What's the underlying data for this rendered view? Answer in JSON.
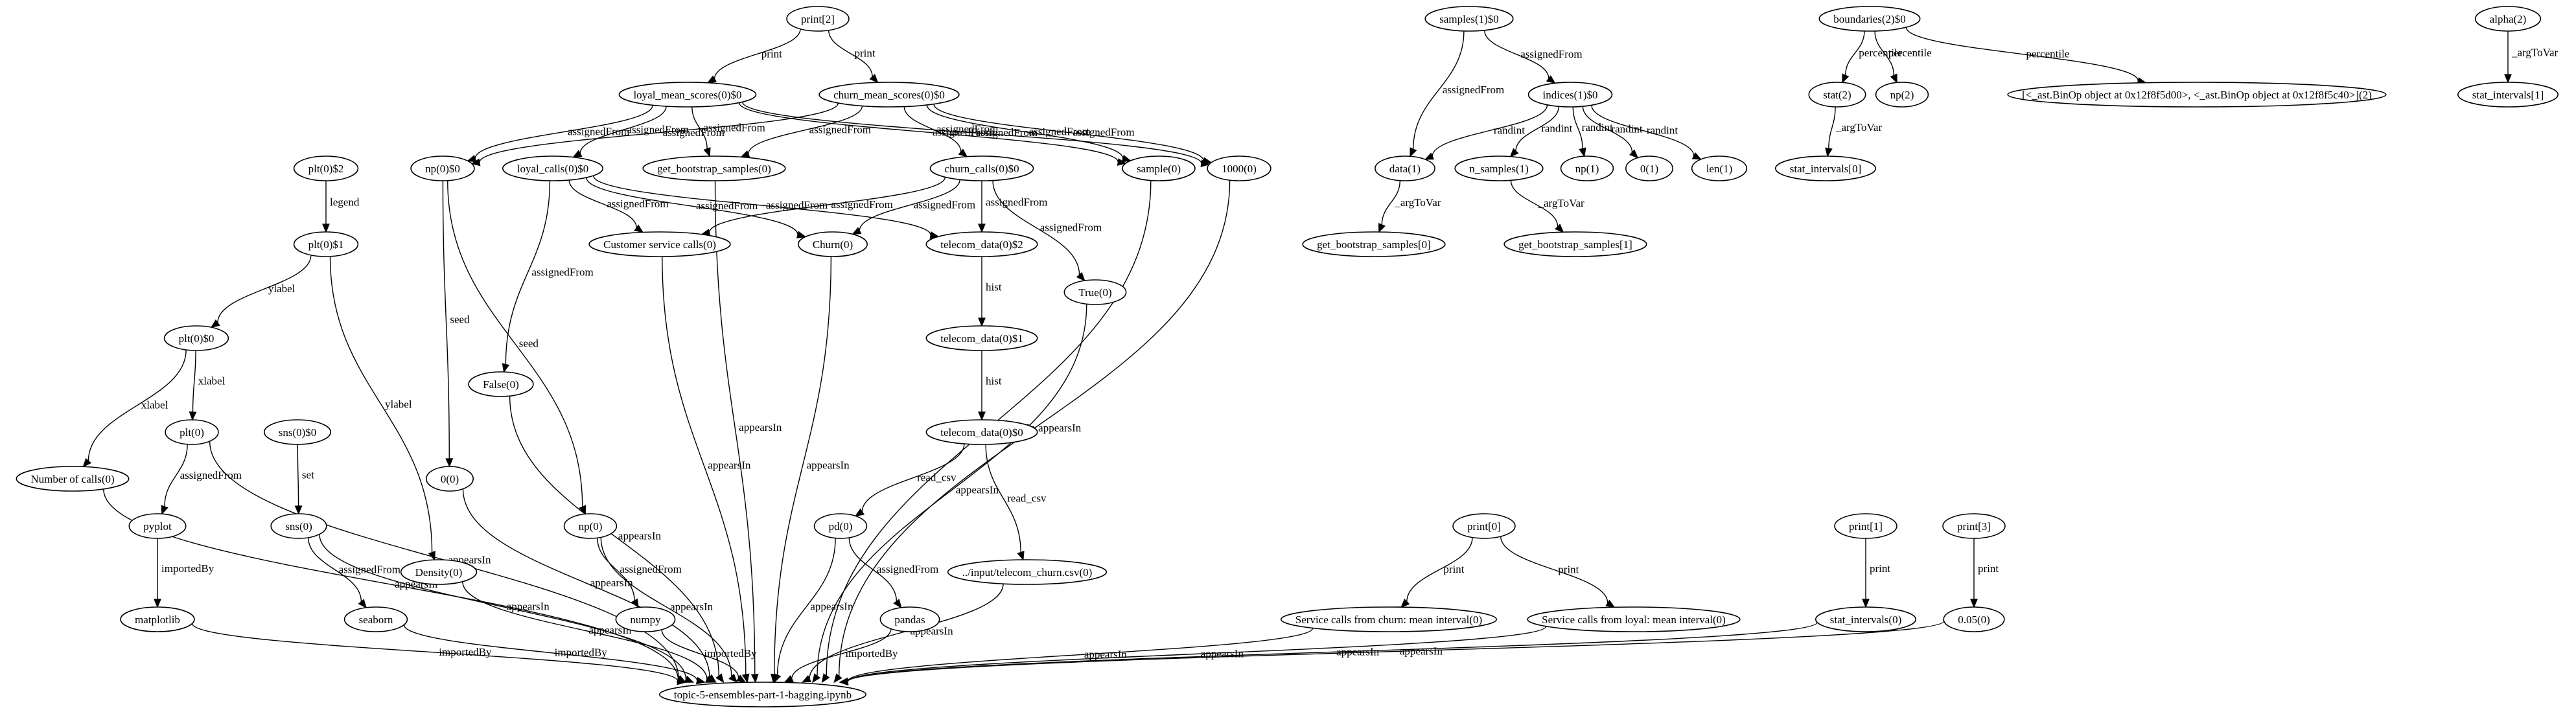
{
  "diagram": {
    "nodes": [
      {
        "id": "print2",
        "label": "print[2]"
      },
      {
        "id": "samples1",
        "label": "samples(1)$0"
      },
      {
        "id": "boundaries2",
        "label": "boundaries(2)$0"
      },
      {
        "id": "alpha2",
        "label": "alpha(2)"
      },
      {
        "id": "loyal_mean",
        "label": "loyal_mean_scores(0)$0"
      },
      {
        "id": "churn_mean",
        "label": "churn_mean_scores(0)$0"
      },
      {
        "id": "indices1",
        "label": "indices(1)$0"
      },
      {
        "id": "stat2",
        "label": "stat(2)"
      },
      {
        "id": "np2",
        "label": "np(2)"
      },
      {
        "id": "binop",
        "label": "[<_ast.BinOp object at 0x12f8f5d00>, <_ast.BinOp object at 0x12f8f5c40>](2)"
      },
      {
        "id": "stat_int1",
        "label": "stat_intervals[1]"
      },
      {
        "id": "plt2",
        "label": "plt(0)$2"
      },
      {
        "id": "np0_0",
        "label": "np(0)$0"
      },
      {
        "id": "loyal_calls",
        "label": "loyal_calls(0)$0"
      },
      {
        "id": "get_boot0",
        "label": "get_bootstrap_samples(0)"
      },
      {
        "id": "churn_calls",
        "label": "churn_calls(0)$0"
      },
      {
        "id": "sample0",
        "label": "sample(0)"
      },
      {
        "id": "n1000",
        "label": "1000(0)"
      },
      {
        "id": "data1",
        "label": "data(1)"
      },
      {
        "id": "n_samples1",
        "label": "n_samples(1)"
      },
      {
        "id": "np1",
        "label": "np(1)"
      },
      {
        "id": "zero1",
        "label": "0(1)"
      },
      {
        "id": "len1",
        "label": "len(1)"
      },
      {
        "id": "stat_int0_top",
        "label": "stat_intervals[0]"
      },
      {
        "id": "plt1",
        "label": "plt(0)$1"
      },
      {
        "id": "cust_service",
        "label": "Customer service calls(0)"
      },
      {
        "id": "churn0",
        "label": "Churn(0)"
      },
      {
        "id": "telecom2",
        "label": "telecom_data(0)$2"
      },
      {
        "id": "get_boot_b0",
        "label": "get_bootstrap_samples[0]"
      },
      {
        "id": "get_boot_b1",
        "label": "get_bootstrap_samples[1]"
      },
      {
        "id": "true0",
        "label": "True(0)"
      },
      {
        "id": "telecom1",
        "label": "telecom_data(0)$1"
      },
      {
        "id": "plt0_0",
        "label": "plt(0)$0"
      },
      {
        "id": "false0",
        "label": "False(0)"
      },
      {
        "id": "plt0",
        "label": "plt(0)"
      },
      {
        "id": "sns0_0",
        "label": "sns(0)$0"
      },
      {
        "id": "telecom0",
        "label": "telecom_data(0)$0"
      },
      {
        "id": "num_calls",
        "label": "Number of calls(0)"
      },
      {
        "id": "zero0",
        "label": "0(0)"
      },
      {
        "id": "pyplot",
        "label": "pyplot"
      },
      {
        "id": "sns0",
        "label": "sns(0)"
      },
      {
        "id": "np0",
        "label": "np(0)"
      },
      {
        "id": "pd0",
        "label": "pd(0)"
      },
      {
        "id": "print0",
        "label": "print[0]"
      },
      {
        "id": "print1",
        "label": "print[1]"
      },
      {
        "id": "print3",
        "label": "print[3]"
      },
      {
        "id": "csv",
        "label": "../input/telecom_churn.csv(0)"
      },
      {
        "id": "density",
        "label": "Density(0)"
      },
      {
        "id": "matplotlib",
        "label": "matplotlib"
      },
      {
        "id": "seaborn",
        "label": "seaborn"
      },
      {
        "id": "numpy",
        "label": "numpy"
      },
      {
        "id": "pandas",
        "label": "pandas"
      },
      {
        "id": "svc_churn",
        "label": "Service calls from churn: mean interval(0)"
      },
      {
        "id": "svc_loyal",
        "label": "Service calls from loyal: mean interval(0)"
      },
      {
        "id": "stat_int0",
        "label": "stat_intervals(0)"
      },
      {
        "id": "p005",
        "label": "0.05(0)"
      },
      {
        "id": "notebook",
        "label": "topic-5-ensembles-part-1-bagging.ipynb"
      }
    ],
    "edges": [
      {
        "from": "print2",
        "to": "loyal_mean",
        "label": "print"
      },
      {
        "from": "print2",
        "to": "churn_mean",
        "label": "print"
      },
      {
        "from": "loyal_mean",
        "to": "np0_0",
        "label": "assignedFrom"
      },
      {
        "from": "loyal_mean",
        "to": "loyal_calls",
        "label": "assignedFrom"
      },
      {
        "from": "loyal_mean",
        "to": "get_boot0",
        "label": "assignedFrom"
      },
      {
        "from": "loyal_mean",
        "to": "sample0",
        "label": "assignedFrom"
      },
      {
        "from": "loyal_mean",
        "to": "n1000",
        "label": "assignedFrom"
      },
      {
        "from": "churn_mean",
        "to": "np0_0",
        "label": "assignedFrom"
      },
      {
        "from": "churn_mean",
        "to": "get_boot0",
        "label": "assignedFrom"
      },
      {
        "from": "churn_mean",
        "to": "churn_calls",
        "label": "assignedFrom"
      },
      {
        "from": "churn_mean",
        "to": "sample0",
        "label": "assignedFrom"
      },
      {
        "from": "churn_mean",
        "to": "n1000",
        "label": "assignedFrom"
      },
      {
        "from": "samples1",
        "to": "data1",
        "label": "assignedFrom"
      },
      {
        "from": "samples1",
        "to": "indices1",
        "label": "assignedFrom"
      },
      {
        "from": "indices1",
        "to": "data1",
        "label": "randint"
      },
      {
        "from": "indices1",
        "to": "n_samples1",
        "label": "randint"
      },
      {
        "from": "indices1",
        "to": "np1",
        "label": "randint"
      },
      {
        "from": "indices1",
        "to": "zero1",
        "label": "randint"
      },
      {
        "from": "indices1",
        "to": "len1",
        "label": "randint"
      },
      {
        "from": "boundaries2",
        "to": "stat2",
        "label": "percentile"
      },
      {
        "from": "boundaries2",
        "to": "np2",
        "label": "percentile"
      },
      {
        "from": "boundaries2",
        "to": "binop",
        "label": "percentile"
      },
      {
        "from": "alpha2",
        "to": "stat_int1",
        "label": "_argToVar"
      },
      {
        "from": "stat2",
        "to": "stat_int0_top",
        "label": "_argToVar"
      },
      {
        "from": "data1",
        "to": "get_boot_b0",
        "label": "_argToVar"
      },
      {
        "from": "n_samples1",
        "to": "get_boot_b1",
        "label": "_argToVar"
      },
      {
        "from": "plt2",
        "to": "plt1",
        "label": "legend"
      },
      {
        "from": "plt1",
        "to": "plt0_0",
        "label": "ylabel"
      },
      {
        "from": "plt1",
        "to": "density",
        "label": "ylabel"
      },
      {
        "from": "plt0_0",
        "to": "num_calls",
        "label": "xlabel"
      },
      {
        "from": "plt0_0",
        "to": "plt0",
        "label": "xlabel"
      },
      {
        "from": "plt0",
        "to": "pyplot",
        "label": "assignedFrom"
      },
      {
        "from": "pyplot",
        "to": "matplotlib",
        "label": "importedBy"
      },
      {
        "from": "np0_0",
        "to": "zero0",
        "label": "seed"
      },
      {
        "from": "np0_0",
        "to": "np0",
        "label": "seed"
      },
      {
        "from": "loyal_calls",
        "to": "cust_service",
        "label": "assignedFrom"
      },
      {
        "from": "loyal_calls",
        "to": "false0",
        "label": "assignedFrom"
      },
      {
        "from": "loyal_calls",
        "to": "churn0",
        "label": "assignedFrom"
      },
      {
        "from": "loyal_calls",
        "to": "telecom2",
        "label": "assignedFrom"
      },
      {
        "from": "churn_calls",
        "to": "cust_service",
        "label": "assignedFrom"
      },
      {
        "from": "churn_calls",
        "to": "churn0",
        "label": "assignedFrom"
      },
      {
        "from": "churn_calls",
        "to": "telecom2",
        "label": "assignedFrom"
      },
      {
        "from": "churn_calls",
        "to": "true0",
        "label": "assignedFrom"
      },
      {
        "from": "telecom2",
        "to": "telecom1",
        "label": "hist"
      },
      {
        "from": "telecom1",
        "to": "telecom0",
        "label": "hist"
      },
      {
        "from": "telecom0",
        "to": "pd0",
        "label": "read_csv"
      },
      {
        "from": "telecom0",
        "to": "csv",
        "label": "read_csv"
      },
      {
        "from": "pd0",
        "to": "pandas",
        "label": "assignedFrom"
      },
      {
        "from": "sns0_0",
        "to": "sns0",
        "label": "set"
      },
      {
        "from": "sns0",
        "to": "seaborn",
        "label": "assignedFrom"
      },
      {
        "from": "np0",
        "to": "numpy",
        "label": "assignedFrom"
      },
      {
        "from": "print0",
        "to": "svc_churn",
        "label": "print"
      },
      {
        "from": "print0",
        "to": "svc_loyal",
        "label": "print"
      },
      {
        "from": "print1",
        "to": "stat_int0",
        "label": "print"
      },
      {
        "from": "print3",
        "to": "p005",
        "label": "print"
      },
      {
        "from": "num_calls",
        "to": "notebook",
        "label": "appearsIn"
      },
      {
        "from": "plt0",
        "to": "notebook",
        "label": "appearsIn"
      },
      {
        "from": "matplotlib",
        "to": "notebook",
        "label": "importedBy"
      },
      {
        "from": "sns0",
        "to": "notebook",
        "label": "appearsIn"
      },
      {
        "from": "seaborn",
        "to": "notebook",
        "label": "importedBy"
      },
      {
        "from": "density",
        "to": "notebook",
        "label": "appearsIn"
      },
      {
        "from": "false0",
        "to": "notebook",
        "label": "appearsIn"
      },
      {
        "from": "zero0",
        "to": "notebook",
        "label": "appearsIn"
      },
      {
        "from": "np0",
        "to": "notebook",
        "label": "appearsIn"
      },
      {
        "from": "numpy",
        "to": "notebook",
        "label": "importedBy"
      },
      {
        "from": "cust_service",
        "to": "notebook",
        "label": "appearsIn"
      },
      {
        "from": "get_boot0",
        "to": "notebook",
        "label": "appearsIn"
      },
      {
        "from": "churn0",
        "to": "notebook",
        "label": "appearsIn"
      },
      {
        "from": "pd0",
        "to": "notebook",
        "label": "appearsIn"
      },
      {
        "from": "pandas",
        "to": "notebook",
        "label": "importedBy"
      },
      {
        "from": "csv",
        "to": "notebook",
        "label": "appearsIn"
      },
      {
        "from": "true0",
        "to": "notebook",
        "label": "appearsIn"
      },
      {
        "from": "sample0",
        "to": "notebook",
        "label": "appearsIn"
      },
      {
        "from": "n1000",
        "to": "notebook",
        "label": "appearsIn"
      },
      {
        "from": "svc_churn",
        "to": "notebook",
        "label": "appearsIn"
      },
      {
        "from": "svc_loyal",
        "to": "notebook",
        "label": "appearsIn"
      },
      {
        "from": "stat_int0",
        "to": "notebook",
        "label": "appearsIn"
      },
      {
        "from": "p005",
        "to": "notebook",
        "label": "appearsIn"
      }
    ]
  }
}
